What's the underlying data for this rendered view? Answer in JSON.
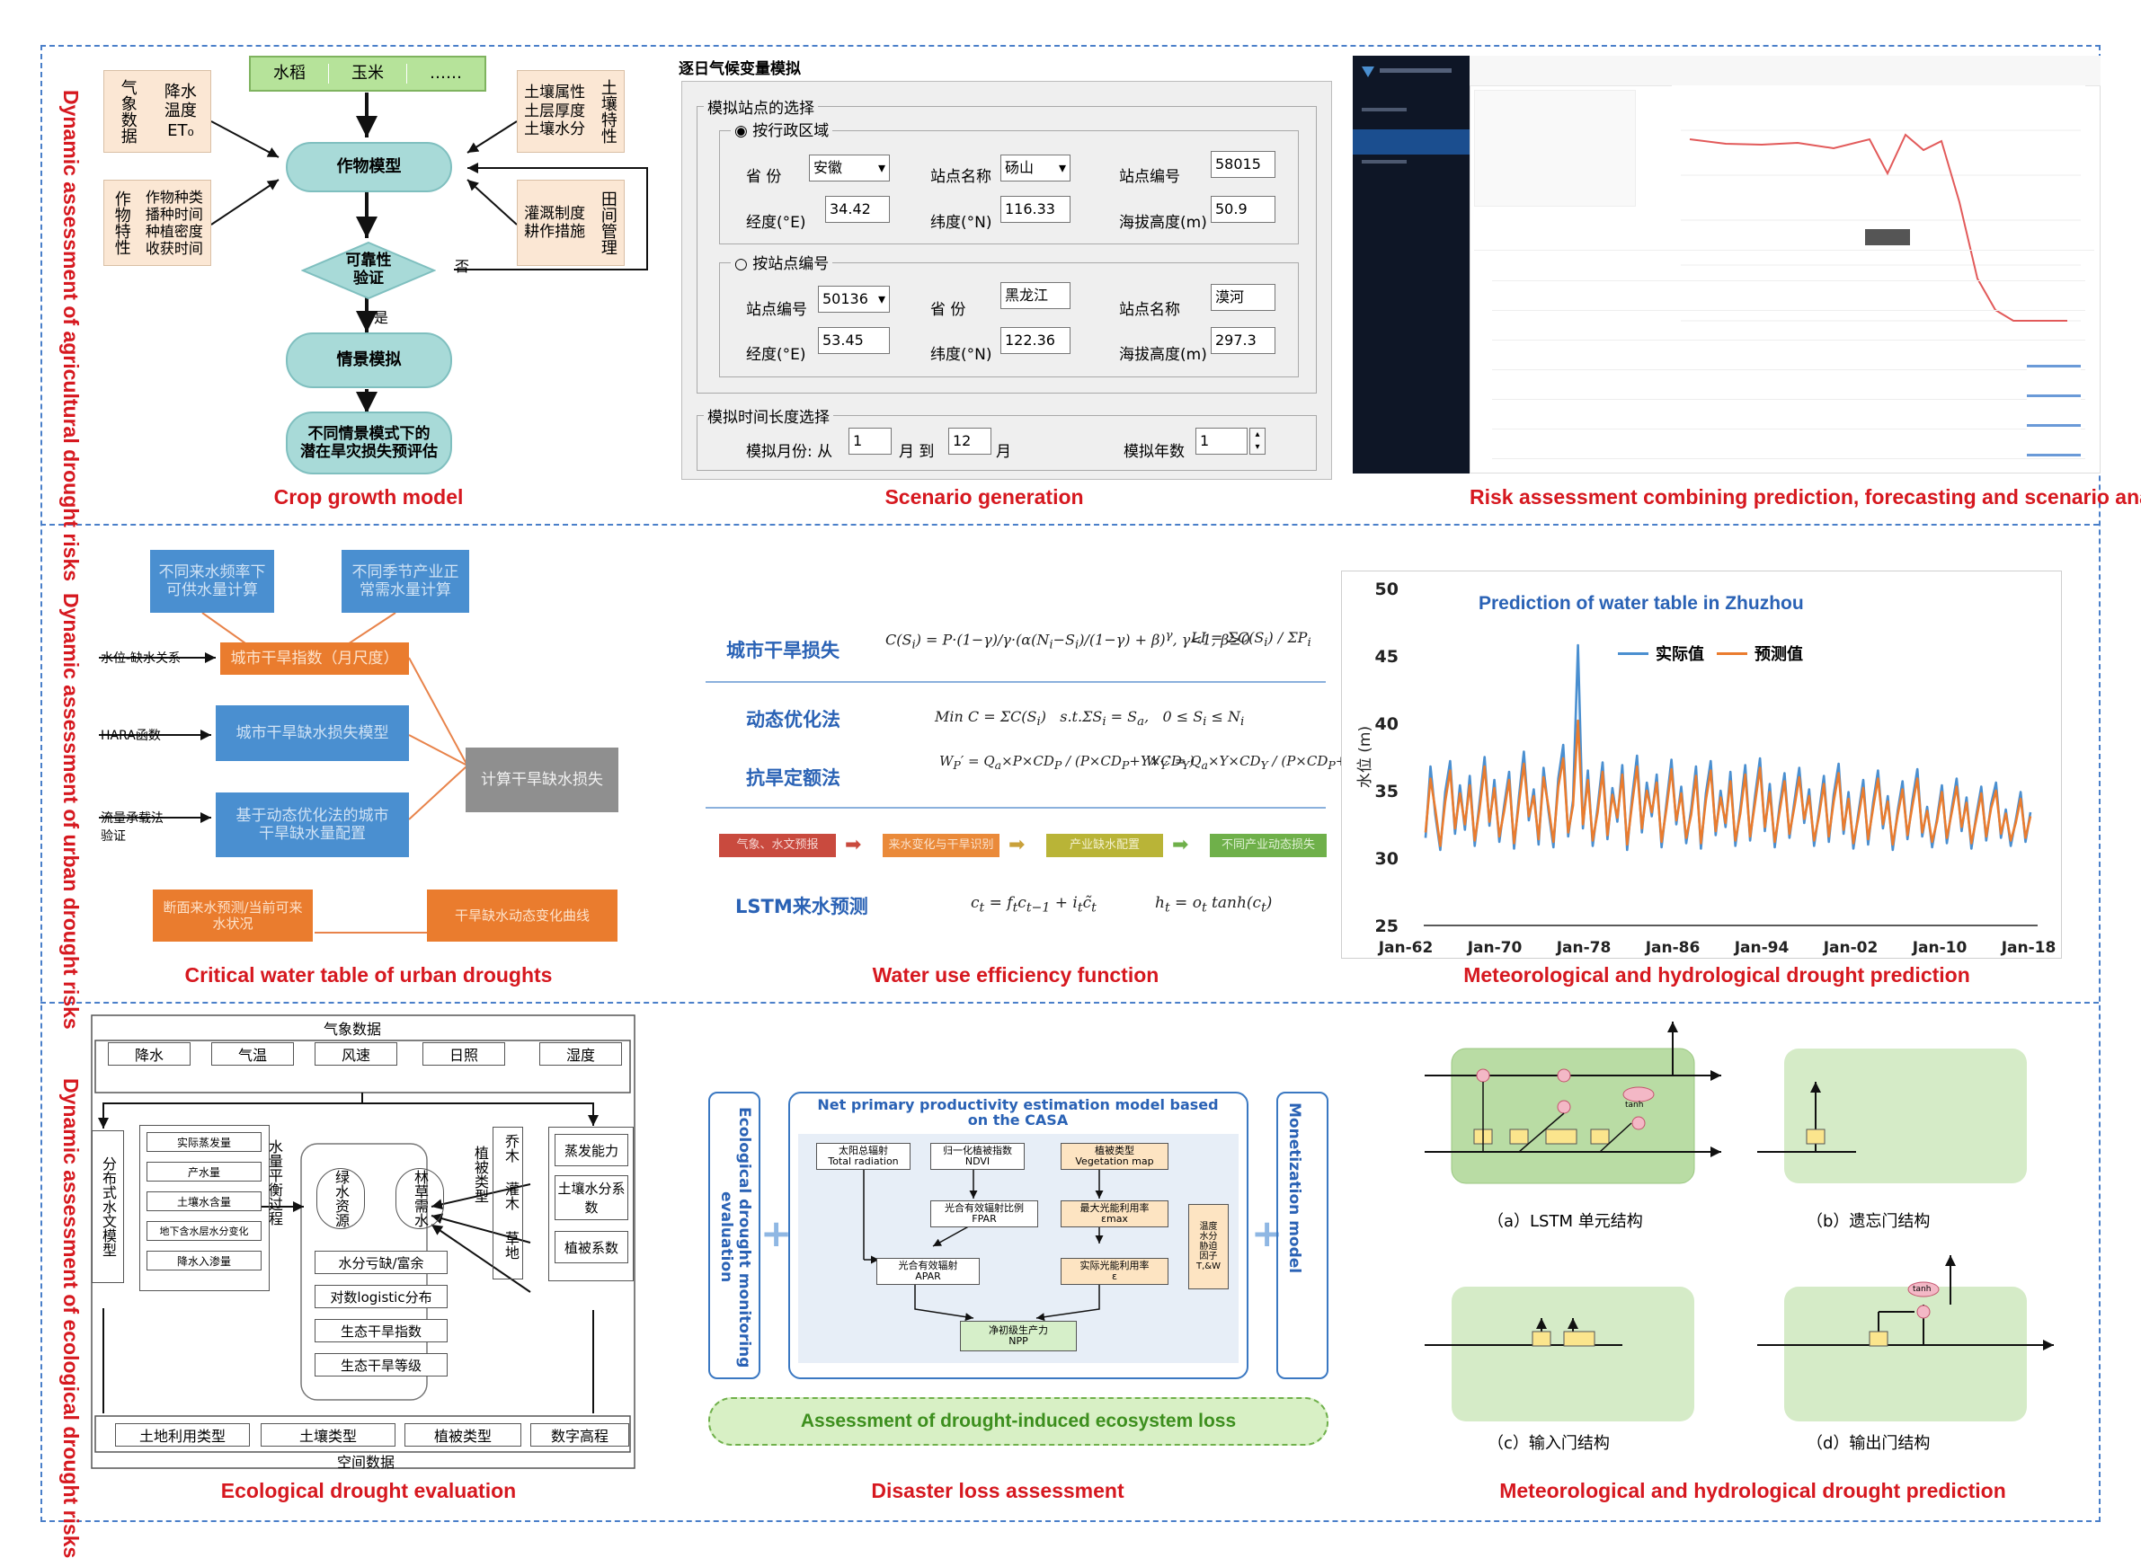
{
  "rows": {
    "row1_side": "Dynamic assessment of agricultural drought risks",
    "row2_side": "Dynamic assessment of urban drought risks",
    "row3_side": "Dynamic assessment of ecological drought risks"
  },
  "captions": {
    "crop": "Crop growth model",
    "scenario": "Scenario generation",
    "risk": "Risk assessment combining prediction, forecasting and scenario analysis",
    "critical": "Critical water table of urban droughts",
    "water_eff": "Water use efficiency function",
    "met_hydro_1": "Meteorological and hydrological drought prediction",
    "eco_eval": "Ecological drought evaluation",
    "disaster": "Disaster loss assessment",
    "met_hydro_2": "Meteorological and hydrological drought prediction"
  },
  "crop_model": {
    "crops": [
      "水稻",
      "玉米",
      "……"
    ],
    "met_label": "气象数据",
    "met_items": "降水\n温度\nET₀",
    "soil_items": "土壤属性\n土层厚度\n土壤水分",
    "soil_label": "土壤特性",
    "crop_label": "作物特性",
    "crop_items": "作物种类\n播种时间\n种植密度\n收获时间",
    "field_items": "灌溉制度\n耕作措施",
    "field_label": "田间管理",
    "model": "作物模型",
    "verify": "可靠性\n验证",
    "no": "否",
    "yes": "是",
    "scenario_sim": "情景模拟",
    "loss_eval": "不同情景模式下的\n潜在旱灾损失预评估"
  },
  "scenario_ui": {
    "title": "逐日气候变量模拟",
    "station_group": "模拟站点的选择",
    "by_region": "按行政区域",
    "by_code": "按站点编号",
    "province": "省 份",
    "station_name": "站点名称",
    "station_code": "站点编号",
    "longitude": "经度(°E)",
    "latitude": "纬度(°N)",
    "altitude": "海拔高度(m)",
    "r1_province": "安徽",
    "r1_station": "砀山",
    "r1_code": "58015",
    "r1_lon": "34.42",
    "r1_lat": "116.33",
    "r1_alt": "50.9",
    "r2_code": "50136",
    "r2_province": "黑龙江",
    "r2_station": "漠河",
    "r2_lon": "53.45",
    "r2_lat": "122.36",
    "r2_alt": "297.3",
    "time_group": "模拟时间长度选择",
    "month_from": "模拟月份: 从",
    "from_val": "1",
    "month_to": "月 到",
    "to_val": "12",
    "month_unit": "月",
    "years_label": "模拟年数",
    "years_val": "1"
  },
  "urban_flow": {
    "top1": "不同来水频率下\n可供水量计算",
    "top2": "不同季节产业正\n常需水量计算",
    "left1": "水位-缺水关系",
    "left2": "HARA函数",
    "left3": "流量承载法\n验证",
    "mid1": "城市干旱指数（月尺度）",
    "mid2": "城市干旱缺水损失模型",
    "mid3": "基于动态优化法的城市\n干旱缺水量配置",
    "right": "计算干旱缺水损失",
    "bottom1": "断面来水预测/当前可来\n水状况",
    "bottom2": "干旱缺水动态变化曲线"
  },
  "water_eff": {
    "l1": "城市干旱损失",
    "l2": "动态优化法",
    "l3": "抗旱定额法",
    "l4": "LSTM来水预测",
    "arrows": [
      "气象、水文预报",
      "来水变化与干旱识别",
      "产业缺水配置",
      "不同产业动态损失"
    ],
    "arrow_colors": [
      "#c94a3e",
      "#ea8a3a",
      "#b9b437",
      "#6fb04a"
    ]
  },
  "chart_data": {
    "type": "line",
    "title": "Prediction of water table in Zhuzhou",
    "ylabel": "水位 (m)",
    "xlabel": "",
    "ylim": [
      25,
      50
    ],
    "yticks": [
      25,
      30,
      35,
      40,
      45,
      50
    ],
    "x_ticks": [
      "Jan-62",
      "Jan-70",
      "Jan-78",
      "Jan-86",
      "Jan-94",
      "Jan-02",
      "Jan-10",
      "Jan-18"
    ],
    "series": [
      {
        "name": "实际值",
        "color": "#4a8fd0",
        "values": [
          31.5,
          36.8,
          33.2,
          30.6,
          34.9,
          37.2,
          31.8,
          35.4,
          32.1,
          36.1,
          30.9,
          34.2,
          37.5,
          32.4,
          35.8,
          31.2,
          33.9,
          36.4,
          30.7,
          34.6,
          37.9,
          32.8,
          35.1,
          31.0,
          36.7,
          33.5,
          30.8,
          35.9,
          38.4,
          31.6,
          34.3,
          45.8,
          32.2,
          36.5,
          30.9,
          33.8,
          37.1,
          31.4,
          35.2,
          32.7,
          36.9,
          30.6,
          34.5,
          37.6,
          31.9,
          35.6,
          33.1,
          36.2,
          30.8,
          34.1,
          37.3,
          32.5,
          35.3,
          31.1,
          33.6,
          36.8,
          30.7,
          34.8,
          37.2,
          31.7,
          35.0,
          32.3,
          36.4,
          30.9,
          33.7,
          36.9,
          31.3,
          34.6,
          37.4,
          32.0,
          35.5,
          30.8,
          33.9,
          36.3,
          31.5,
          34.2,
          36.7,
          32.6,
          35.1,
          30.9,
          33.4,
          36.1,
          31.2,
          34.7,
          37.0,
          31.8,
          34.9,
          30.7,
          33.3,
          35.8,
          31.0,
          34.1,
          36.5,
          32.2,
          34.6,
          30.6,
          33.5,
          35.7,
          31.4,
          34.3,
          36.6,
          31.6,
          33.8,
          30.8,
          32.9,
          35.4,
          31.1,
          33.7,
          35.9,
          32.0,
          34.5,
          30.7,
          33.2,
          35.3,
          31.3,
          34.0,
          35.6,
          31.5,
          33.6,
          30.9,
          32.8,
          34.9,
          31.2,
          33.4
        ]
      },
      {
        "name": "预测值",
        "color": "#ea7c2e",
        "values": [
          31.9,
          35.9,
          33.6,
          30.9,
          34.2,
          36.5,
          32.2,
          34.8,
          32.5,
          35.4,
          31.3,
          33.7,
          36.8,
          32.7,
          35.2,
          31.6,
          33.5,
          35.8,
          31.1,
          34.1,
          37.0,
          33.1,
          34.6,
          31.4,
          36.0,
          33.8,
          31.2,
          35.3,
          37.4,
          31.9,
          33.9,
          40.2,
          32.5,
          35.8,
          31.3,
          33.4,
          36.4,
          31.7,
          34.7,
          33.0,
          36.2,
          31.0,
          34.0,
          36.8,
          32.2,
          35.0,
          33.4,
          35.6,
          31.2,
          33.7,
          36.6,
          32.8,
          34.8,
          31.5,
          33.2,
          36.1,
          31.1,
          34.3,
          36.5,
          32.0,
          34.5,
          32.6,
          35.7,
          31.3,
          33.3,
          36.2,
          31.6,
          34.1,
          36.7,
          32.3,
          34.9,
          31.2,
          33.5,
          35.7,
          31.8,
          33.8,
          36.0,
          32.9,
          34.6,
          31.3,
          33.1,
          35.5,
          31.6,
          34.2,
          36.3,
          32.1,
          34.4,
          31.1,
          33.0,
          35.2,
          31.4,
          33.7,
          35.9,
          32.5,
          34.2,
          31.0,
          33.2,
          35.1,
          31.7,
          33.9,
          35.9,
          31.9,
          33.5,
          31.2,
          32.7,
          34.9,
          31.5,
          33.4,
          35.3,
          32.3,
          34.1,
          31.1,
          32.9,
          34.8,
          31.6,
          33.7,
          35.0,
          31.8,
          33.3,
          31.3,
          32.6,
          34.4,
          31.5,
          33.1
        ]
      }
    ]
  },
  "eco_eval": {
    "met_data": "气象数据",
    "met_items": [
      "降水",
      "气温",
      "风速",
      "日照",
      "湿度"
    ],
    "dist_model": "分布式水文模型",
    "hydro_items": [
      "实际蒸发量",
      "产水量",
      "土壤水含量",
      "地下含水层水分变化",
      "降水入渗量"
    ],
    "balance": "水量平衡过程",
    "veg_type": "植被类型",
    "veg_items": [
      "乔木",
      "灌木",
      "草地"
    ],
    "right_items": [
      "蒸发能力",
      "土壤水分系数",
      "植被系数"
    ],
    "green_supply": "绿水资源",
    "forest_need": "林草需水",
    "steps": [
      "水分亏缺/富余",
      "对数logistic分布",
      "生态干旱指数",
      "生态干旱等级"
    ],
    "space_items": [
      "土地利用类型",
      "土壤类型",
      "植被类型",
      "数字高程"
    ],
    "space_data": "空间数据"
  },
  "casa": {
    "left_panel": "Ecological drought monitoring evaluation",
    "right_panel": "Monetization model",
    "title": "Net primary productivity estimation model based on the CASA",
    "b1": "太阳总辐射\nTotal radiation",
    "b2": "归一化植被指数\nNDVI",
    "b3": "植被类型\nVegetation map",
    "b4": "光合有效辐射比例\nFPAR",
    "b5": "最大光能利用率\nεmax",
    "b6": "光合有效辐射\nAPAR",
    "b7": "实际光能利用率\nε",
    "b8": "温度\n水分\n胁迫\n因子\nT,&W",
    "b9": "净初级生产力\nNPP",
    "footer": "Assessment of drought-induced ecosystem loss"
  },
  "lstm": {
    "a": "（a）LSTM 单元结构",
    "b": "（b）遗忘门结构",
    "c": "（c）输入门结构",
    "d": "（d）输出门结构",
    "tanh": "tanh"
  }
}
